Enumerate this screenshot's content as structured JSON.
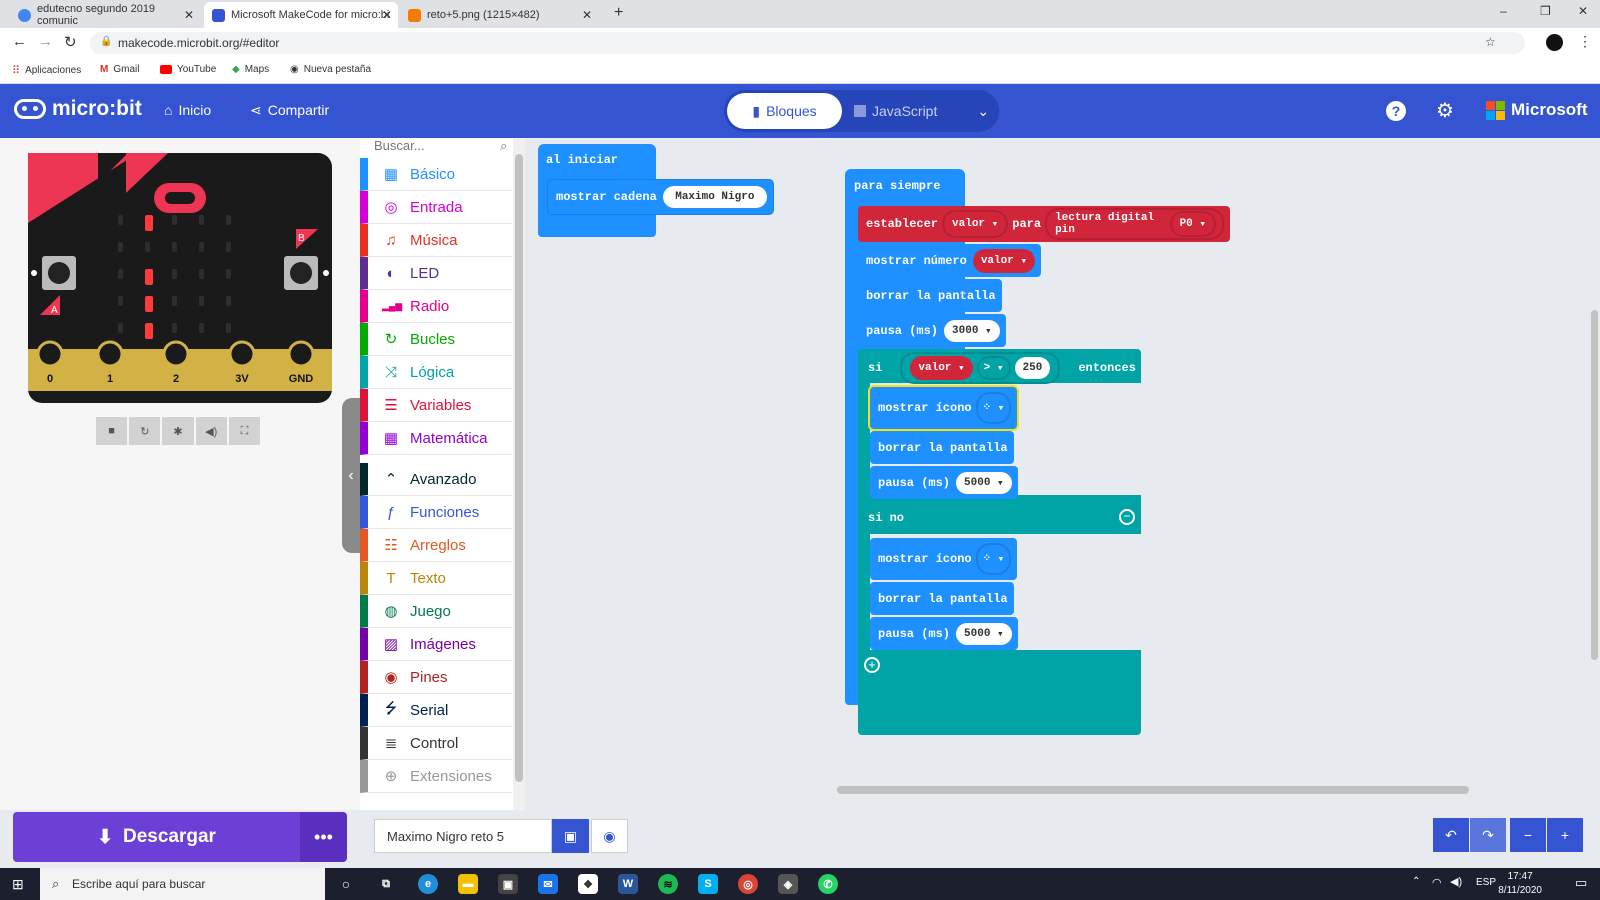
{
  "browser": {
    "tabs": [
      {
        "title": "edutecno segundo 2019 comunic"
      },
      {
        "title": "Microsoft MakeCode for micro:bi"
      },
      {
        "title": "reto+5.png (1215×482)"
      }
    ],
    "url": "makecode.microbit.org/#editor",
    "bookmarks": [
      "Aplicaciones",
      "Gmail",
      "YouTube",
      "Maps",
      "Nueva pestaña"
    ]
  },
  "header": {
    "logo": "micro:bit",
    "home": "Inicio",
    "share": "Compartir",
    "blocks_tab": "Bloques",
    "js_tab": "JavaScript",
    "brand": "Microsoft"
  },
  "simulator": {
    "pins": [
      "0",
      "1",
      "2",
      "3V",
      "GND"
    ],
    "button_a": "A",
    "button_b": "B",
    "lit_leds": [
      [
        0,
        1
      ],
      [
        2,
        1
      ],
      [
        3,
        1
      ],
      [
        4,
        1
      ]
    ]
  },
  "toolbox": {
    "search_placeholder": "Buscar...",
    "categories": [
      {
        "label": "Básico",
        "color": "#1e90ff",
        "icon": "grid-icon"
      },
      {
        "label": "Entrada",
        "color": "#d400d4",
        "icon": "target-icon"
      },
      {
        "label": "Música",
        "color": "#e63022",
        "icon": "headphones-icon"
      },
      {
        "label": "LED",
        "color": "#5c2d91",
        "icon": "toggle-icon"
      },
      {
        "label": "Radio",
        "color": "#e3008c",
        "icon": "signal-icon"
      },
      {
        "label": "Bucles",
        "color": "#00aa00",
        "icon": "loop-icon"
      },
      {
        "label": "Lógica",
        "color": "#00a4a6",
        "icon": "shuffle-icon"
      },
      {
        "label": "Variables",
        "color": "#dc143c",
        "icon": "list-icon"
      },
      {
        "label": "Matemática",
        "color": "#9400d3",
        "icon": "calculator-icon"
      },
      {
        "label": "Avanzado",
        "color": "#00272b",
        "icon": "chevron-up-icon"
      },
      {
        "label": "Funciones",
        "color": "#3455db",
        "icon": "function-icon"
      },
      {
        "label": "Arreglos",
        "color": "#e65722",
        "icon": "array-icon"
      },
      {
        "label": "Texto",
        "color": "#b8860b",
        "icon": "text-icon"
      },
      {
        "label": "Juego",
        "color": "#007a4b",
        "icon": "gamepad-icon"
      },
      {
        "label": "Imágenes",
        "color": "#7600a8",
        "icon": "image-icon"
      },
      {
        "label": "Pines",
        "color": "#b22222",
        "icon": "pin-icon"
      },
      {
        "label": "Serial",
        "color": "#002050",
        "icon": "usb-icon"
      },
      {
        "label": "Control",
        "color": "#333333",
        "icon": "server-icon"
      },
      {
        "label": "Extensiones",
        "color": "#999999",
        "icon": "plus-circle-icon"
      }
    ]
  },
  "workspace": {
    "on_start": {
      "hat": "al iniciar",
      "show_string": "mostrar cadena",
      "string_value": "Maximo Nigro"
    },
    "forever": {
      "hat": "para siempre",
      "set": "establecer",
      "var": "valor",
      "to": "para",
      "digital_read": "lectura digital pin",
      "pin": "P0",
      "show_number": "mostrar número",
      "clear": "borrar la pantalla",
      "pause": "pausa (ms)",
      "pause_value_1": "3000",
      "if": "si",
      "op": ">",
      "compare_value": "250",
      "then": "entonces",
      "show_icon": "mostrar ícono",
      "pause_value_2": "5000",
      "else": "si no",
      "pause_value_3": "5000"
    }
  },
  "bottom": {
    "download": "Descargar",
    "more": "•••",
    "project_name": "Maximo Nigro reto 5"
  },
  "taskbar": {
    "search": "Escribe aquí para buscar",
    "lang": "ESP",
    "time": "17:47",
    "date": "8/11/2020"
  }
}
